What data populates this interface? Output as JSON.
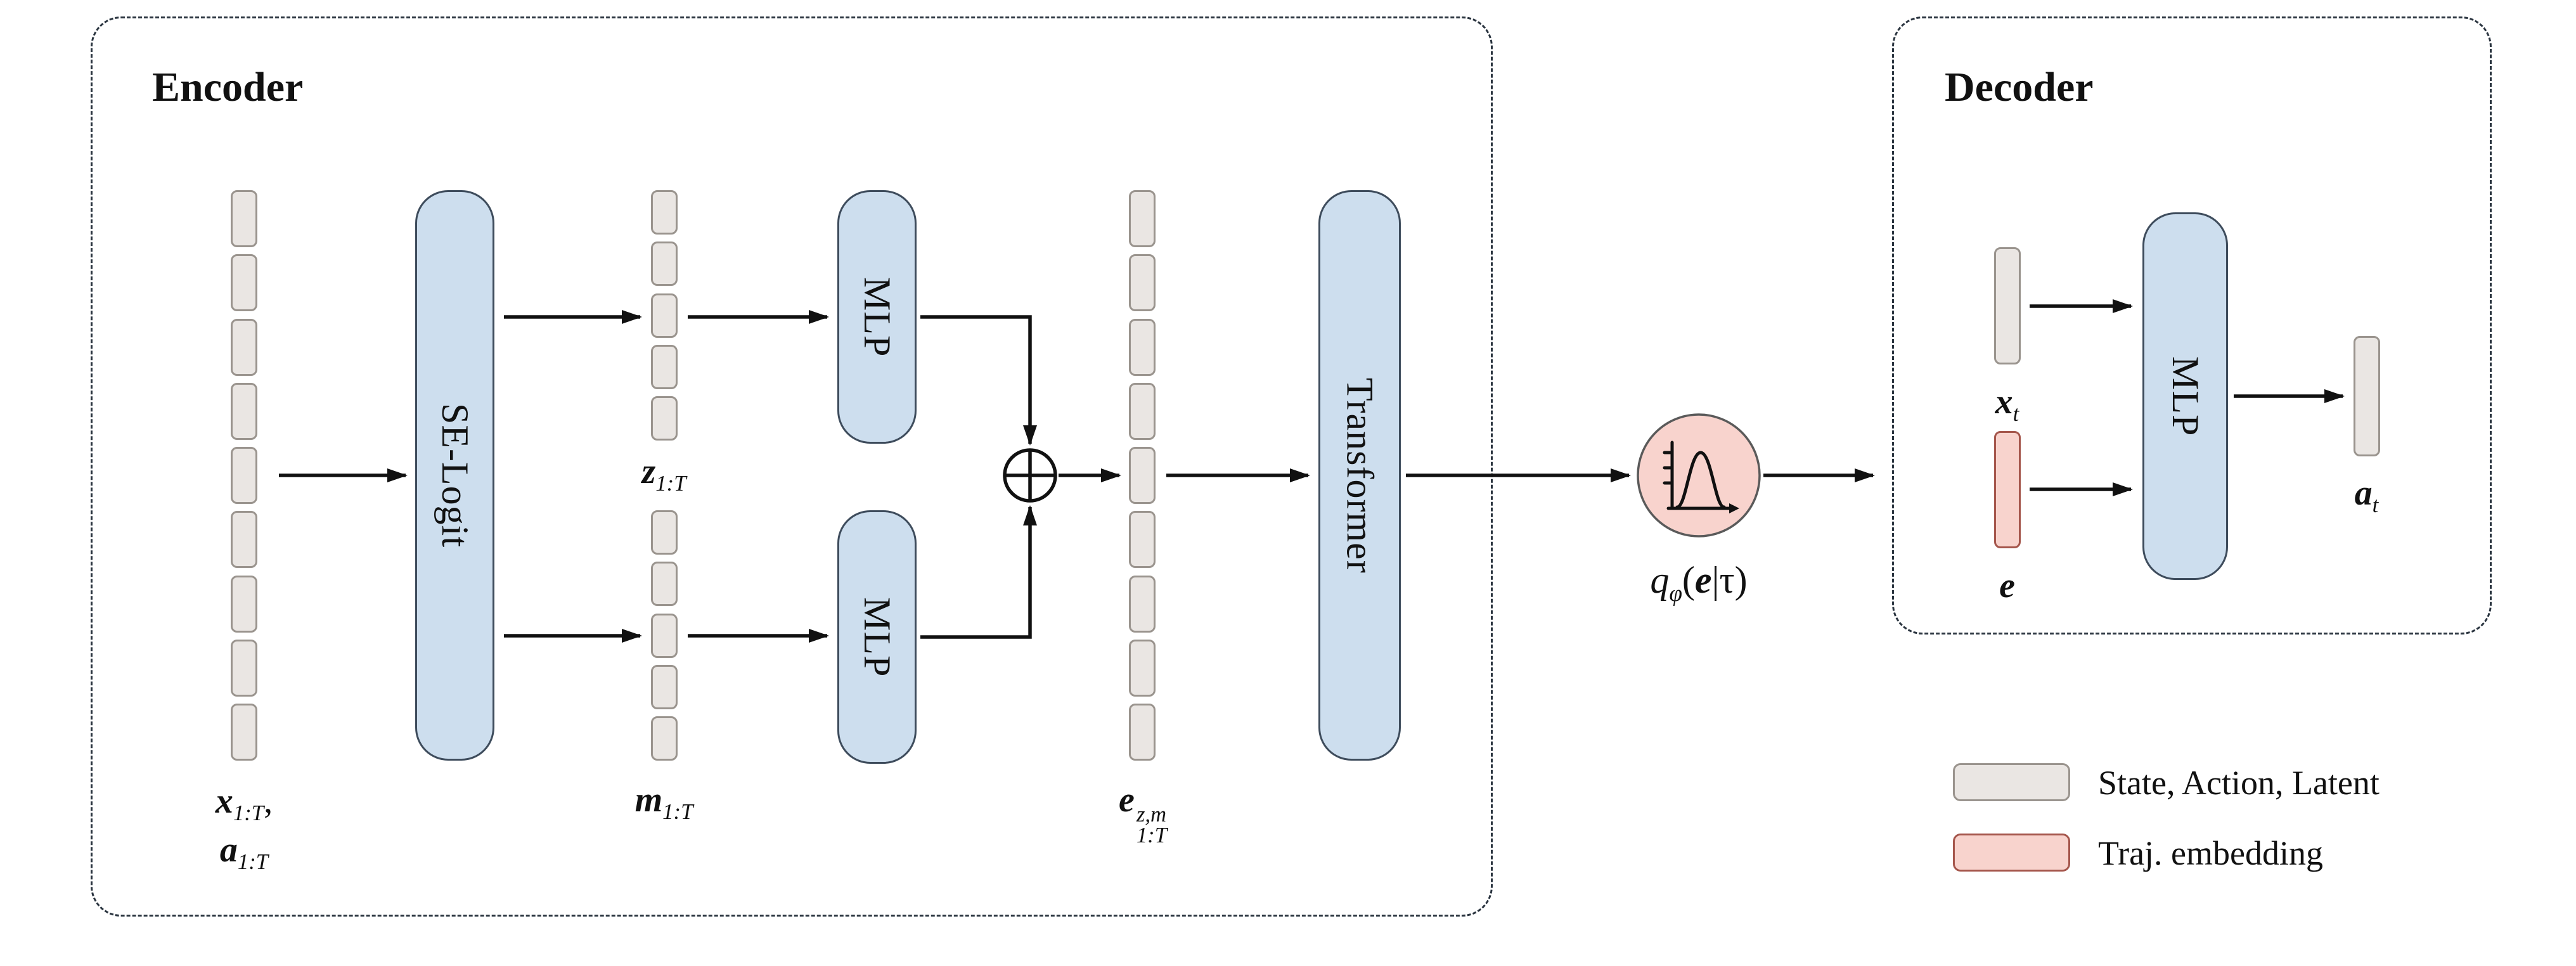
{
  "diagram": {
    "encoder_title": "Encoder",
    "decoder_title": "Decoder",
    "blocks": {
      "se_logit": "SE-Logit",
      "mlp_enc_top": "MLP",
      "mlp_enc_bottom": "MLP",
      "transformer": "Transformer",
      "mlp_dec": "MLP"
    },
    "labels": {
      "input_l1_base": "x",
      "input_l1_sub": "1:T",
      "input_l1_tail": ",",
      "input_l2_base": "a",
      "input_l2_sub": "1:T",
      "z_base": "z",
      "z_sub": "1:T",
      "m_base": "m",
      "m_sub": "1:T",
      "e_base": "e",
      "e_sup": "z,m",
      "e_sub": "1:T",
      "q_base": "q",
      "q_sub": "φ",
      "q_open": "(",
      "q_arg": "e",
      "q_close": "|τ)",
      "xt_base": "x",
      "xt_sub": "t",
      "e_dec_base": "e",
      "at_base": "a",
      "at_sub": "t"
    },
    "stacks": {
      "input": 9,
      "z": 5,
      "m": 5,
      "e": 9
    },
    "legend": [
      {
        "label": "State, Action, Latent"
      },
      {
        "label": "Traj. embedding"
      }
    ],
    "colors": {
      "token_fill": "#eae6e3",
      "token_border": "#9a948e",
      "block_fill": "#cddeee",
      "block_border": "#3e4c5c",
      "traj_fill": "#f8d3cd",
      "traj_border": "#a5564c",
      "arrow": "#111111",
      "dash_border": "#2b3540"
    }
  }
}
